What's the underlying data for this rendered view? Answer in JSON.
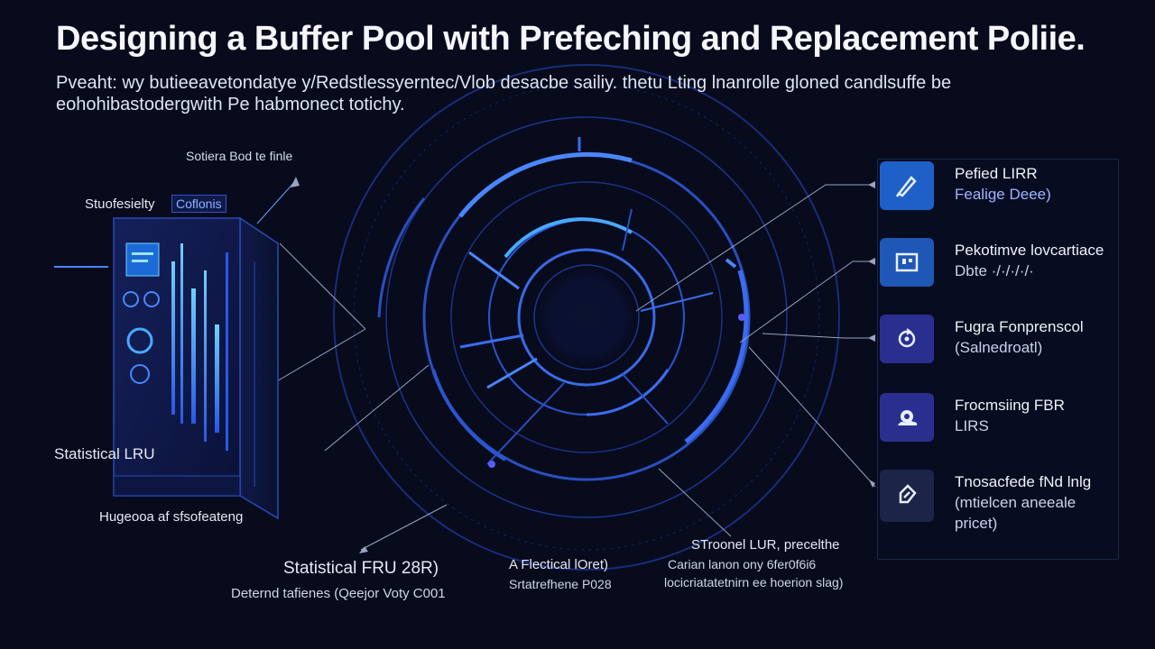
{
  "header": {
    "title": "Designing a Buffer Pool with Prefeching and Replacement Poliie.",
    "subtitle": "Pveaht: wy butieeavetondatye y/Redstlessyerntec/Vlob desacbe sailiy. thetu Lting lnanrolle gloned candlsuffe be eohohibastodergwith Pe habmonect totichy."
  },
  "server_labels": {
    "top": "Sotiera Bod te finle",
    "tab_left": "Stuofesielty",
    "tab_right": "Coflonis",
    "side": "Statistical LRU",
    "bottom": "Hugeooa af sfsofeateng"
  },
  "bottom_labels": {
    "left_title": "Statistical FRU 28R)",
    "left_sub": "Deternd tafienes (Qeejor Voty C001",
    "mid_title": "A Flectical lOret)",
    "mid_sub": "Srtatrefhene P028",
    "right_title": "STroonel LUR, precelthe",
    "right_sub1": "Carian lanon ony 6fer0f6i6",
    "right_sub2": "locicriatatetnirn ee hoerion slag)"
  },
  "entries": [
    {
      "icon": "pencil-icon",
      "color": "#1f5fc8",
      "title": "Pefied LIRR",
      "sub": "Fealige Deee)",
      "sub_blue": true
    },
    {
      "icon": "window-icon",
      "color": "#1e57b5",
      "title": "Pekotimve lovcartiace",
      "sub": "Dbte ·/·/·/·/·",
      "sub_blue": false
    },
    {
      "icon": "cycle-icon",
      "color": "#2a2f8f",
      "title": "Fugra Fonprenscol",
      "sub": "(Salnedroatl)",
      "sub_blue": false
    },
    {
      "icon": "gear-cloud-icon",
      "color": "#2a2f8f",
      "title": "Frocmsiing FBR",
      "sub": "LIRS",
      "sub_blue": false
    },
    {
      "icon": "tag-icon",
      "color": "#1c2448",
      "title": "Tnosacfede fNd lnlg",
      "sub": "(mtielcen aneeale",
      "sub2": "pricet)",
      "sub_blue": false
    }
  ],
  "colors": {
    "background": "#070b1c",
    "accent": "#3c6df0",
    "ring": "#2e56c9",
    "glow": "#4aa8ff"
  }
}
